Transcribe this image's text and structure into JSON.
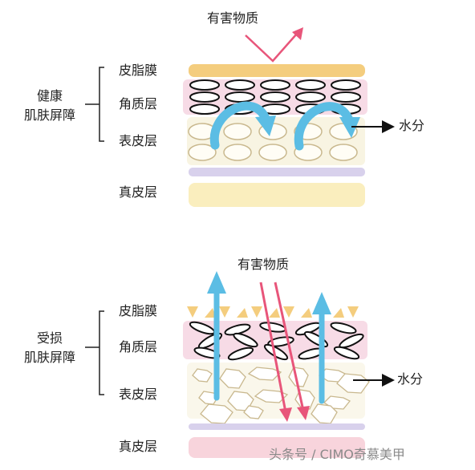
{
  "colors": {
    "sebum": "#f4cd7e",
    "stratum_corneum": "#f7dbe6",
    "epidermis": "#f8f4e2",
    "basement": "#d8d1ec",
    "dermis": "#faeebe",
    "dermis_damaged": "#f8d4dc",
    "moisture_arrow": "#5bbde4",
    "harmful_arrow": "#e8557a",
    "cell_outline": "#111111",
    "epidermis_cell_outline": "#c9b88e"
  },
  "healthy": {
    "group_label_line1": "健康",
    "group_label_line2": "肌肤屏障",
    "sebum_label": "皮脂膜",
    "corneum_label": "角质层",
    "epidermis_label": "表皮层",
    "dermis_label": "真皮层",
    "harmful_label": "有害物质",
    "moisture_label": "水分"
  },
  "damaged": {
    "group_label_line1": "受损",
    "group_label_line2": "肌肤屏障",
    "sebum_label": "皮脂膜",
    "corneum_label": "角质层",
    "epidermis_label": "表皮层",
    "dermis_label": "真皮层",
    "harmful_label": "有害物质",
    "moisture_label": "水分"
  },
  "watermark": "头条号 / CIMO奇慕美甲"
}
